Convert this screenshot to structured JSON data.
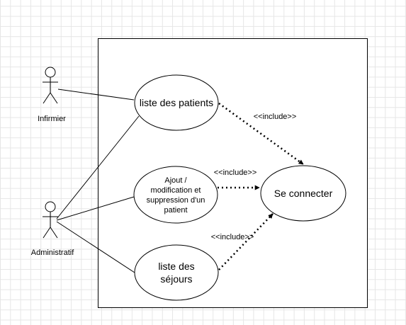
{
  "diagram": {
    "actors": {
      "infirmier": "Infirmier",
      "administratif": "Administratif"
    },
    "use_cases": {
      "liste_patients": [
        "liste des patients"
      ],
      "ajout": [
        "Ajout /",
        "modification et",
        "suppression d'un",
        "patient"
      ],
      "liste_sejours": [
        "liste des",
        "séjours"
      ],
      "se_connecter": [
        "Se connecter"
      ]
    },
    "relations": {
      "include_1": "<<include>>",
      "include_2": "<<include>>",
      "include_3": "<<include>>"
    }
  }
}
